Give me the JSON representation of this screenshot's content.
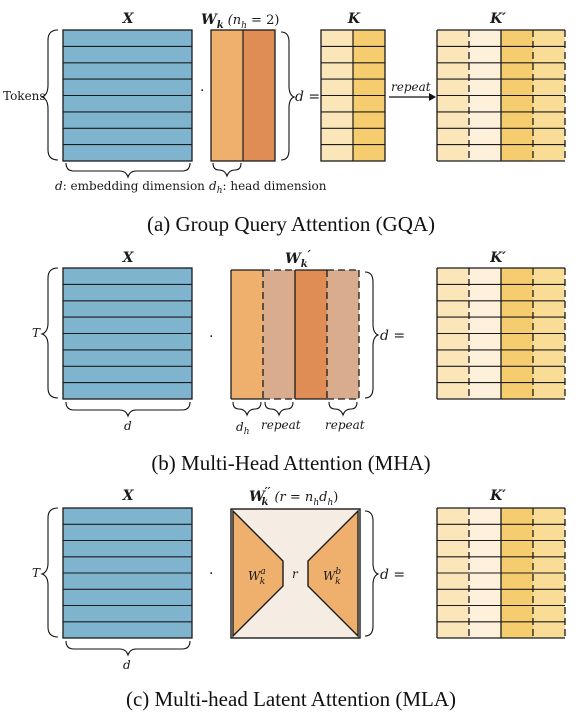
{
  "colors": {
    "x_matrix": "#7fb4cf",
    "orange_light": "#eeb06c",
    "orange_dark": "#e08d55",
    "orange_muted": "#d8ac8c",
    "k_light": "#fbe6ba",
    "k_dark": "#f6cd6e",
    "k_faded_light": "#fdf1db",
    "k_faded_dark": "#f9dc96",
    "latent_bg": "#f5ece3"
  },
  "panel_a": {
    "x_title": "X",
    "w_title": "W",
    "w_sub": "k",
    "w_param": "(n",
    "w_param_sub": "h",
    "w_param_tail": " = 2)",
    "k_title": "K",
    "kp_title": "K′",
    "tokens_label": "Tokens",
    "dot": "·",
    "d_eq": "d =",
    "repeat": "repeat",
    "embed_var": "d",
    "embed_label": ": embedding dimension",
    "head_var": "d",
    "head_sub": "h",
    "head_label": ": head dimension",
    "caption": "(a) Group Query Attention (GQA)"
  },
  "panel_b": {
    "x_title": "X",
    "w_title": "W",
    "w_sub": "k",
    "w_prime": "′",
    "kp_title": "K′",
    "t_label": "T",
    "dot": "·",
    "d_eq": "d  =",
    "d_under": "d",
    "dh_var": "d",
    "dh_sub": "h",
    "repeat1": "repeat",
    "repeat2": "repeat",
    "caption": "(b) Multi-Head Attention (MHA)"
  },
  "panel_c": {
    "x_title": "X",
    "w_title": "W",
    "w_prime": "′′",
    "w_sub": "k",
    "w_param": "(r = n",
    "w_param_sub": "h",
    "w_param_tail": "d",
    "w_param_tail_sub": "h",
    "w_param_close": ")",
    "wa_var": "W",
    "wa_sub": "k",
    "wa_sup": "a",
    "wb_var": "W",
    "wb_sub": "k",
    "wb_sup": "b",
    "r_label": "r",
    "kp_title": "K′",
    "t_label": "T",
    "dot": "·",
    "d_eq": "d  =",
    "d_under": "d",
    "caption": "(c) Multi-head Latent Attention (MLA)"
  }
}
